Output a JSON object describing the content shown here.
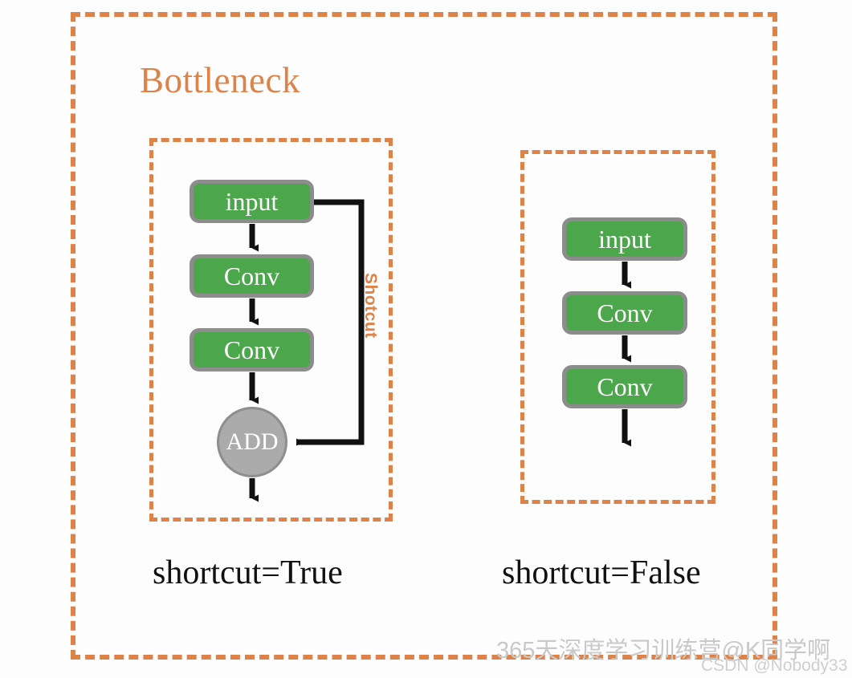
{
  "figure": {
    "title": "Bottleneck",
    "title_color": "#DD8248",
    "frame_color": "#DD8248",
    "node_fill": "#4CA64C",
    "node_border": "#8C8C8C",
    "add_fill": "#ABABAB",
    "arrow_color": "#111111"
  },
  "groups": [
    {
      "id": "shortcut-true",
      "caption": "shortcut=True",
      "nodes": [
        {
          "id": "input",
          "label": "input"
        },
        {
          "id": "conv1",
          "label": "Conv"
        },
        {
          "id": "conv2",
          "label": "Conv"
        },
        {
          "id": "add",
          "label": "ADD"
        }
      ],
      "edge_label": "Shotcut"
    },
    {
      "id": "shortcut-false",
      "caption": "shortcut=False",
      "nodes": [
        {
          "id": "input",
          "label": "input"
        },
        {
          "id": "conv1",
          "label": "Conv"
        },
        {
          "id": "conv2",
          "label": "Conv"
        }
      ]
    }
  ],
  "watermarks": {
    "course": "365天深度学习训练营@K同学啊",
    "csdn": "CSDN @Nobody33"
  }
}
